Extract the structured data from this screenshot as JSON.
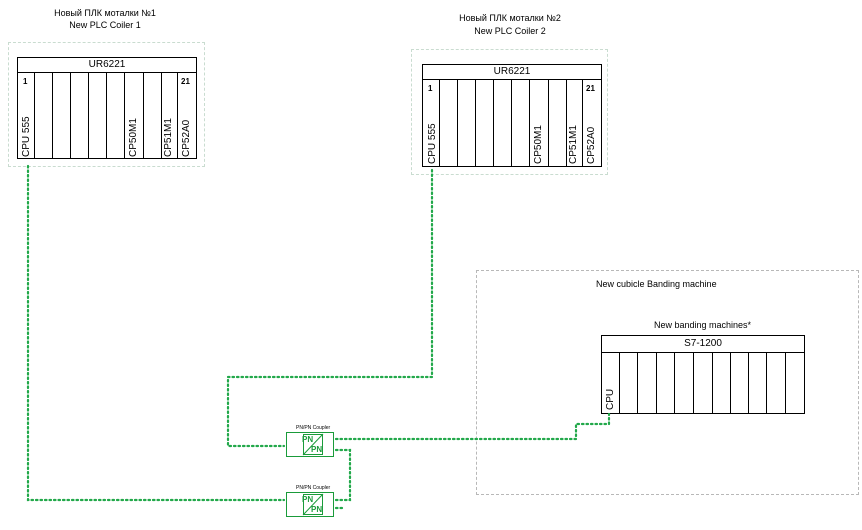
{
  "plc1": {
    "title_ru": "Новый ПЛК моталки №1",
    "title_en": "New PLC Coiler 1",
    "rack_name": "UR6221",
    "first_slot": "1",
    "last_slot": "21",
    "modules": [
      "CPU 555",
      "CP50M1",
      "CP51M1",
      "CP52A0"
    ]
  },
  "plc2": {
    "title_ru": "Новый ПЛК моталки №2",
    "title_en": "New PLC Coiler 2",
    "rack_name": "UR6221",
    "first_slot": "1",
    "last_slot": "21",
    "modules": [
      "CPU 555",
      "CP50M1",
      "CP51M1",
      "CP52A0"
    ]
  },
  "cubicle": {
    "title": "New cubicle Banding machine",
    "device_title": "New banding machines*",
    "rack_name": "S7-1200",
    "cpu_label": "CPU"
  },
  "couplers": [
    {
      "caption": "PN/PN Coupler",
      "top": "PN",
      "bottom": "PN"
    },
    {
      "caption": "PN/PN Coupler",
      "top": "PN",
      "bottom": "PN"
    }
  ],
  "colors": {
    "link": "#22a84a",
    "coupler": "#1a9b3a",
    "frame": "#b8b8b8"
  }
}
